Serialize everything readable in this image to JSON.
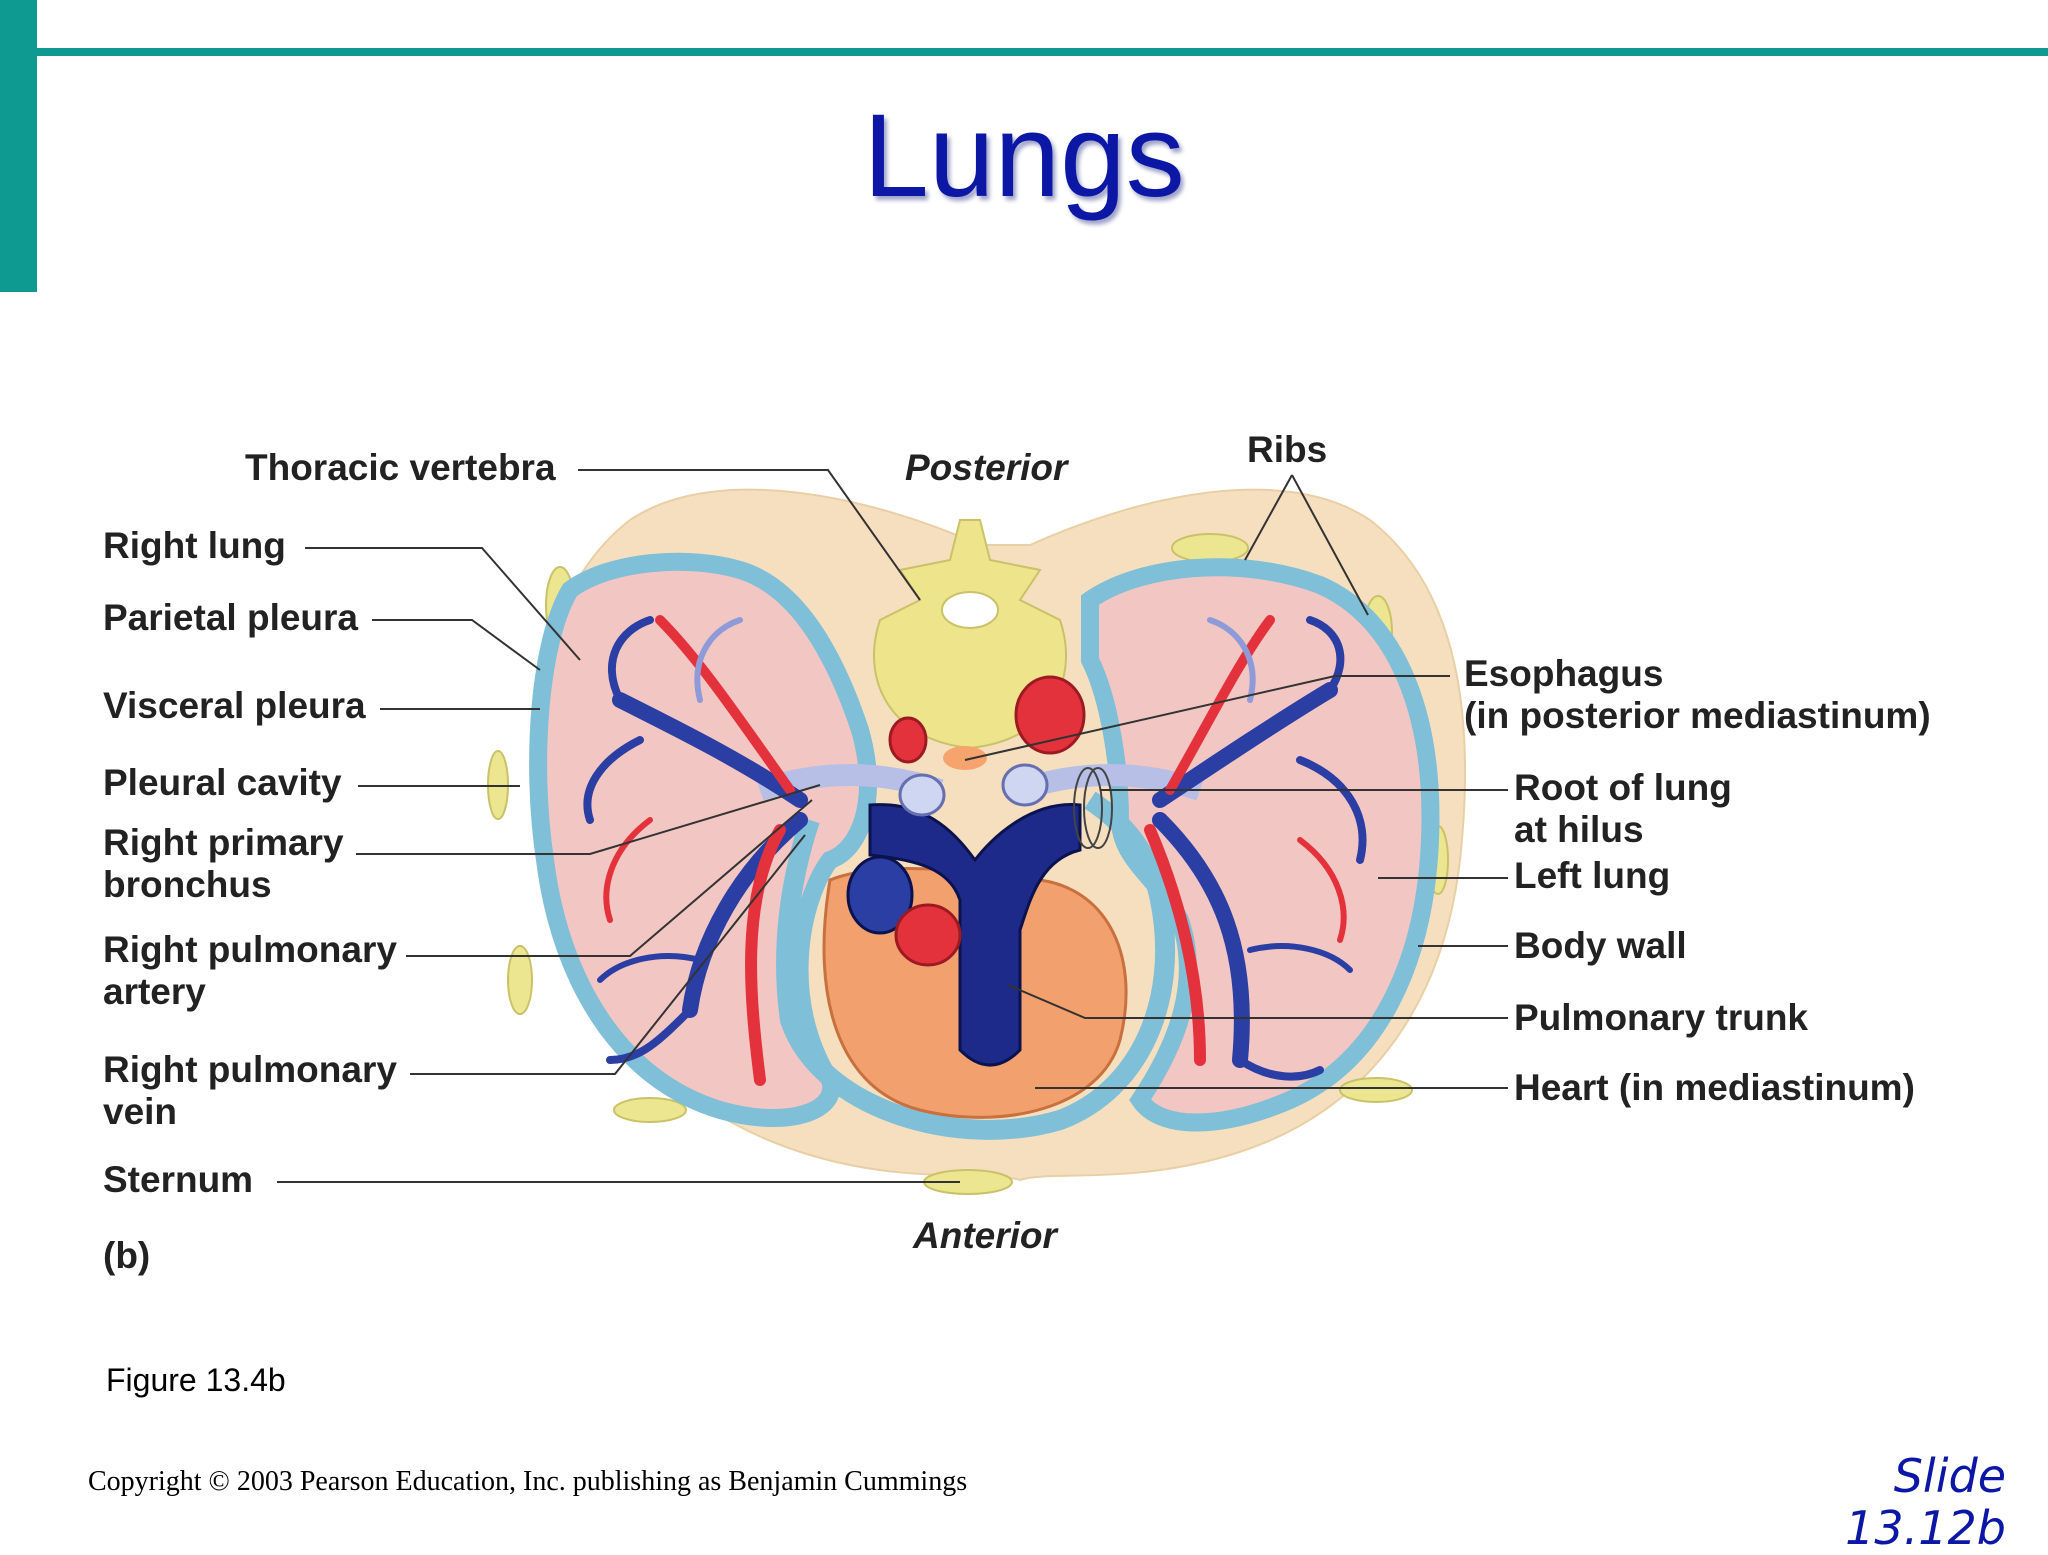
{
  "slide": {
    "title": "Lungs",
    "figure_caption": "Figure 13.4b",
    "copyright": "Copyright © 2003 Pearson Education, Inc. publishing as Benjamin Cummings",
    "slide_number_line1": "Slide",
    "slide_number_line2": "13.12b",
    "accent_color": "#0e9a90",
    "title_color": "#0c17a6"
  },
  "diagram": {
    "orientation_top": "Posterior",
    "orientation_bottom": "Anterior",
    "panel_label": "(b)",
    "labels_left": [
      "Thoracic vertebra",
      "Right lung",
      "Parietal pleura",
      "Visceral pleura",
      "Pleural cavity",
      "Right primary",
      "bronchus",
      "Right pulmonary",
      "artery",
      "Right pulmonary",
      "vein",
      "Sternum"
    ],
    "labels_right": [
      "Ribs",
      "Esophagus",
      "(in posterior mediastinum)",
      "Root of lung",
      "at hilus",
      "Left lung",
      "Body wall",
      "Pulmonary trunk",
      "Heart (in mediastinum)"
    ]
  }
}
